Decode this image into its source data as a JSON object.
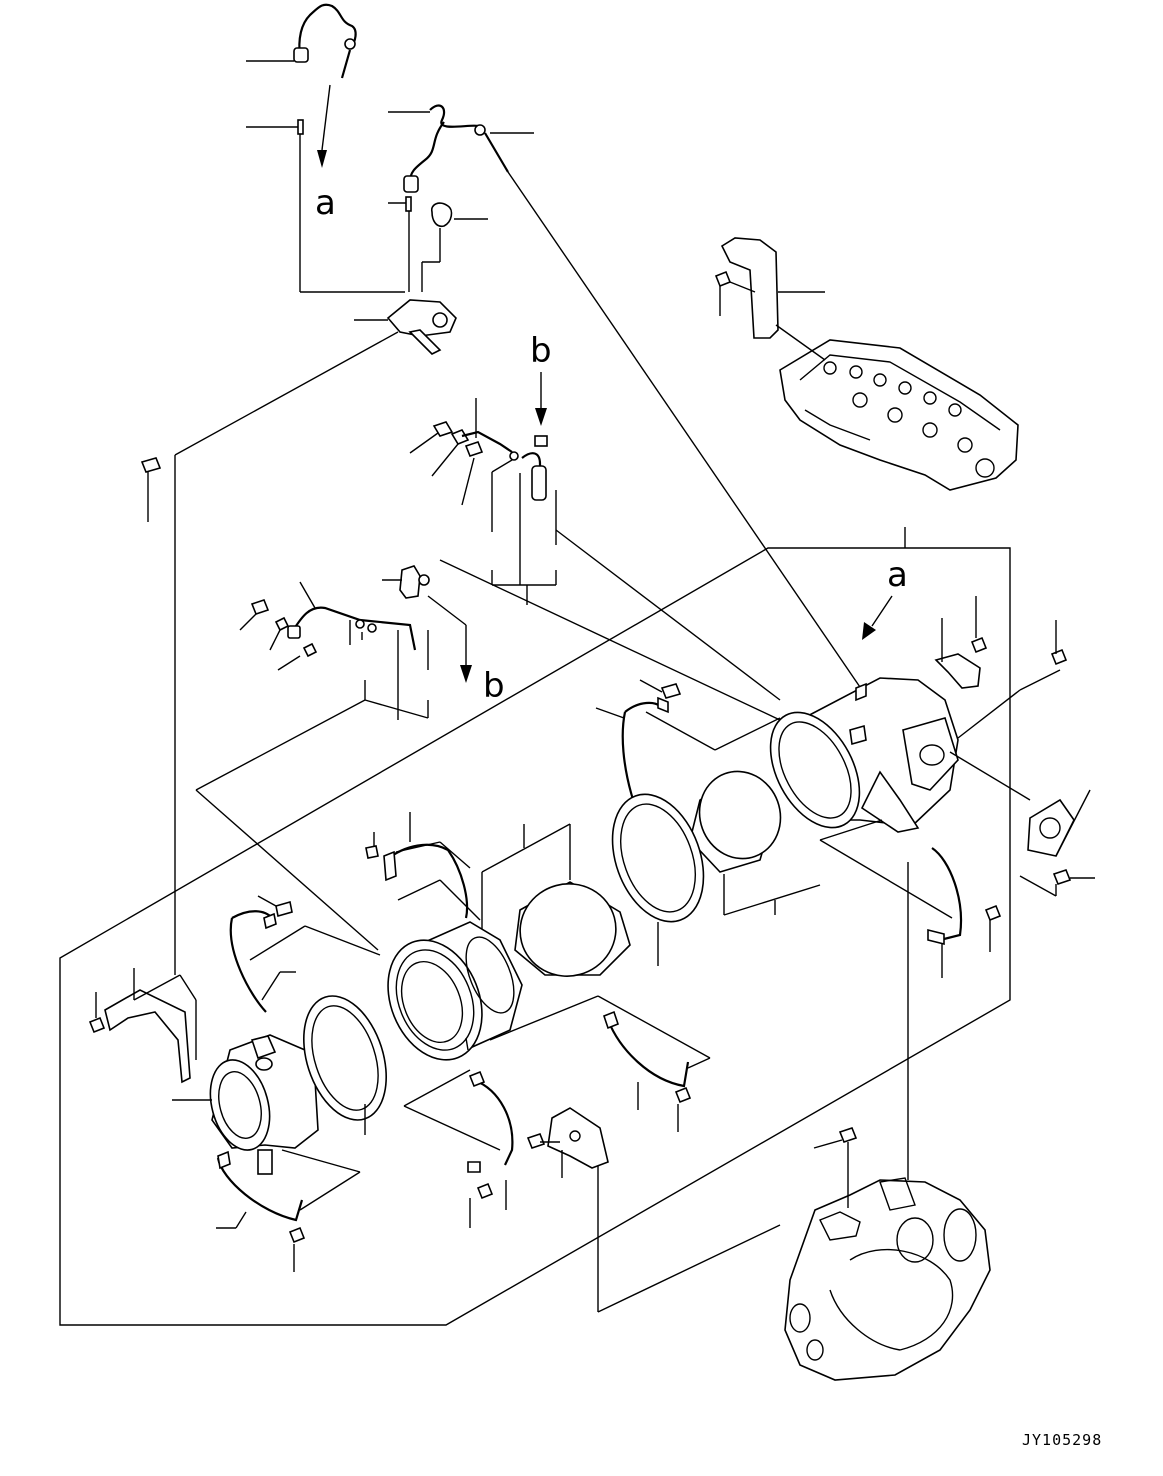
{
  "drawing_id": "JY105298",
  "reference_letters": {
    "a_top": "a",
    "a_assembly": "a",
    "b_top": "b",
    "b_mid": "b"
  }
}
